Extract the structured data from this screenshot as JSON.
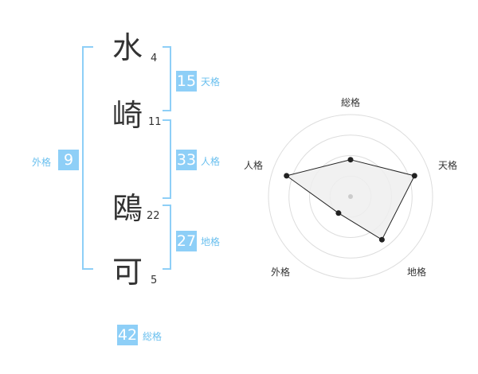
{
  "name": {
    "characters": [
      {
        "char": "水",
        "strokes": "4"
      },
      {
        "char": "崎",
        "strokes": "11"
      },
      {
        "char": "鴎",
        "strokes": "22"
      },
      {
        "char": "可",
        "strokes": "5"
      }
    ]
  },
  "scores": {
    "tenkaku": {
      "value": "15",
      "label": "天格"
    },
    "jinkaku": {
      "value": "33",
      "label": "人格"
    },
    "chikaku": {
      "value": "27",
      "label": "地格"
    },
    "gaikaku": {
      "value": "9",
      "label": "外格"
    },
    "soukaku": {
      "value": "42",
      "label": "総格"
    }
  },
  "radar": {
    "labels": {
      "top": "総格",
      "upper_right": "天格",
      "lower_right": "地格",
      "lower_left": "外格",
      "upper_left": "人格"
    },
    "levels": {
      "soukaku": 0.45,
      "tenkaku": 0.82,
      "chikaku": 0.65,
      "gaikaku": 0.25,
      "jinkaku": 0.82
    },
    "colors": {
      "fill": "#eeeeee",
      "stroke": "#222222",
      "ring": "#dddddd",
      "center_dot": "#cccccc",
      "point": "#222222"
    }
  },
  "colors": {
    "accent": "#8ecff7",
    "accent_text": "#6bc0ef"
  }
}
